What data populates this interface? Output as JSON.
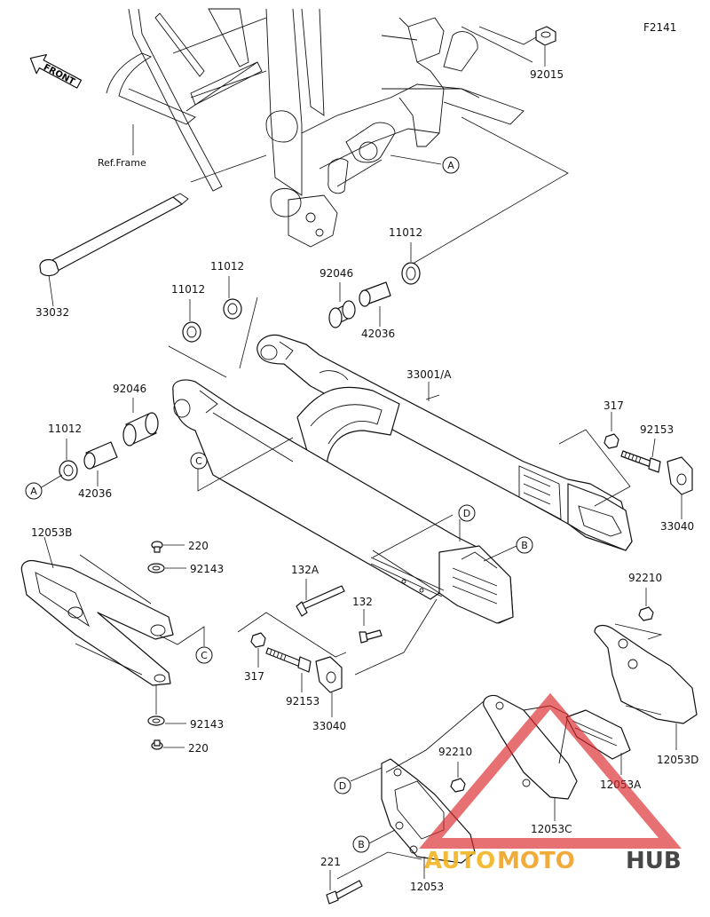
{
  "figure_code": "F2141",
  "front_label": "FRONT",
  "ref_frame": "Ref.Frame",
  "part_labels": {
    "p92015": "92015",
    "p33032": "33032",
    "p11012_a": "11012",
    "p11012_b": "11012",
    "p11012_c": "11012",
    "p11012_d": "11012",
    "p92046_a": "92046",
    "p92046_b": "92046",
    "p42036_a": "42036",
    "p42036_b": "42036",
    "p33001A": "33001/A",
    "p317_a": "317",
    "p317_b": "317",
    "p92153_a": "92153",
    "p92153_b": "92153",
    "p33040_a": "33040",
    "p33040_b": "33040",
    "p12053B": "12053B",
    "p220_a": "220",
    "p220_b": "220",
    "p92143_a": "92143",
    "p92143_b": "92143",
    "p132A": "132A",
    "p132": "132",
    "p92210_a": "92210",
    "p92210_b": "92210",
    "p12053D": "12053D",
    "p12053A": "12053A",
    "p12053C": "12053C",
    "p12053": "12053",
    "p221": "221"
  },
  "callouts": {
    "A": "A",
    "B": "B",
    "C": "C",
    "D": "D"
  },
  "watermark": {
    "part1": "AUTO",
    "part2": "MOTO",
    "part3": "HUB",
    "color_auto": "#f2b21b",
    "color_moto": "#f0a020",
    "color_hub": "#2e2e2e",
    "triangle_color": "#d9262a"
  }
}
